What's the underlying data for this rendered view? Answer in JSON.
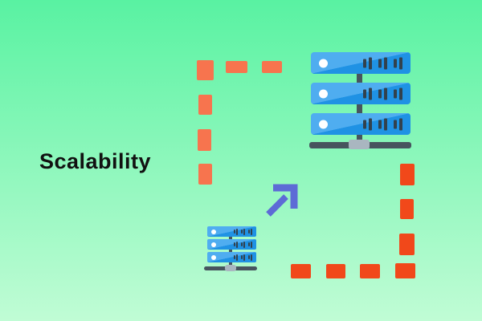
{
  "title": {
    "text": "Scalability"
  },
  "colors": {
    "bg_top": "#59f2a2",
    "bg_bottom": "#c0fcd5",
    "title_text": "#111111",
    "dash_coral": "#f7744e",
    "dash_red": "#f1481a",
    "server_light_blue": "#4fadf0",
    "server_dark_blue": "#1f92e4",
    "server_slot": "#32414d",
    "stand_dark": "#47545e",
    "stand_light": "#a9b6c0",
    "led_white": "#ffffff",
    "arrow_purple": "#5d6bd6"
  },
  "figures": {
    "small_server": {
      "label": "single small server",
      "units": 3
    },
    "large_server": {
      "label": "scaled-up server rack",
      "units": 3
    },
    "arrow": {
      "direction": "up-right"
    }
  }
}
